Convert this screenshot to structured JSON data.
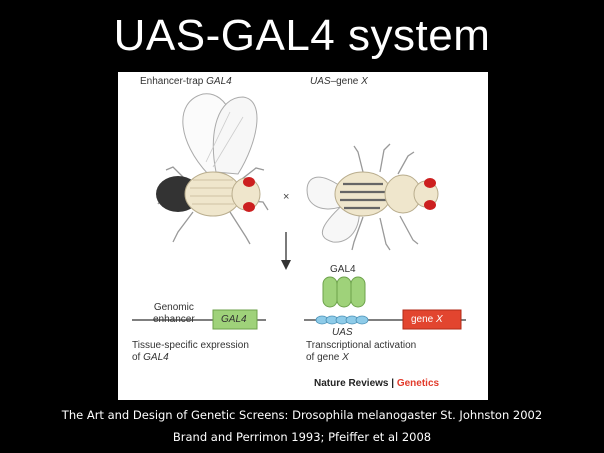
{
  "slide": {
    "title": "UAS-GAL4 system"
  },
  "figure": {
    "left_label_prefix": "Enhancer-trap ",
    "left_label_italic": "GAL4",
    "right_label_prefix": "UAS",
    "right_label_mid": "–gene ",
    "right_label_italic": "X",
    "cross_symbol": "×",
    "genomic_line1": "Genomic",
    "genomic_line2": "enhancer",
    "gal4_box": "GAL4",
    "gal4_protein": "GAL4",
    "uas": "UAS",
    "genex_prefix": "gene ",
    "genex_italic": "X",
    "caption_left_line1": "Tissue-specific expression",
    "caption_left_line2_prefix": "of ",
    "caption_left_line2_italic": "GAL4",
    "caption_right_line1": "Transcriptional activation",
    "caption_right_line2_prefix": "of gene ",
    "caption_right_line2_italic": "X",
    "source_left": "Nature Reviews",
    "source_sep": " | ",
    "source_right": "Genetics"
  },
  "credits": {
    "line1": "The Art and Design of Genetic Screens: Drosophila melanogaster St. Johnston 2002",
    "line2": "Brand and Perrimon 1993; Pfeiffer et al 2008"
  },
  "colors": {
    "gal4_green": "#9fd27a",
    "gene_red": "#e2452f",
    "uas_blue": "#8ecbe8",
    "fly_eye": "#cc1f1f",
    "genetics_red": "#e23a2a"
  }
}
